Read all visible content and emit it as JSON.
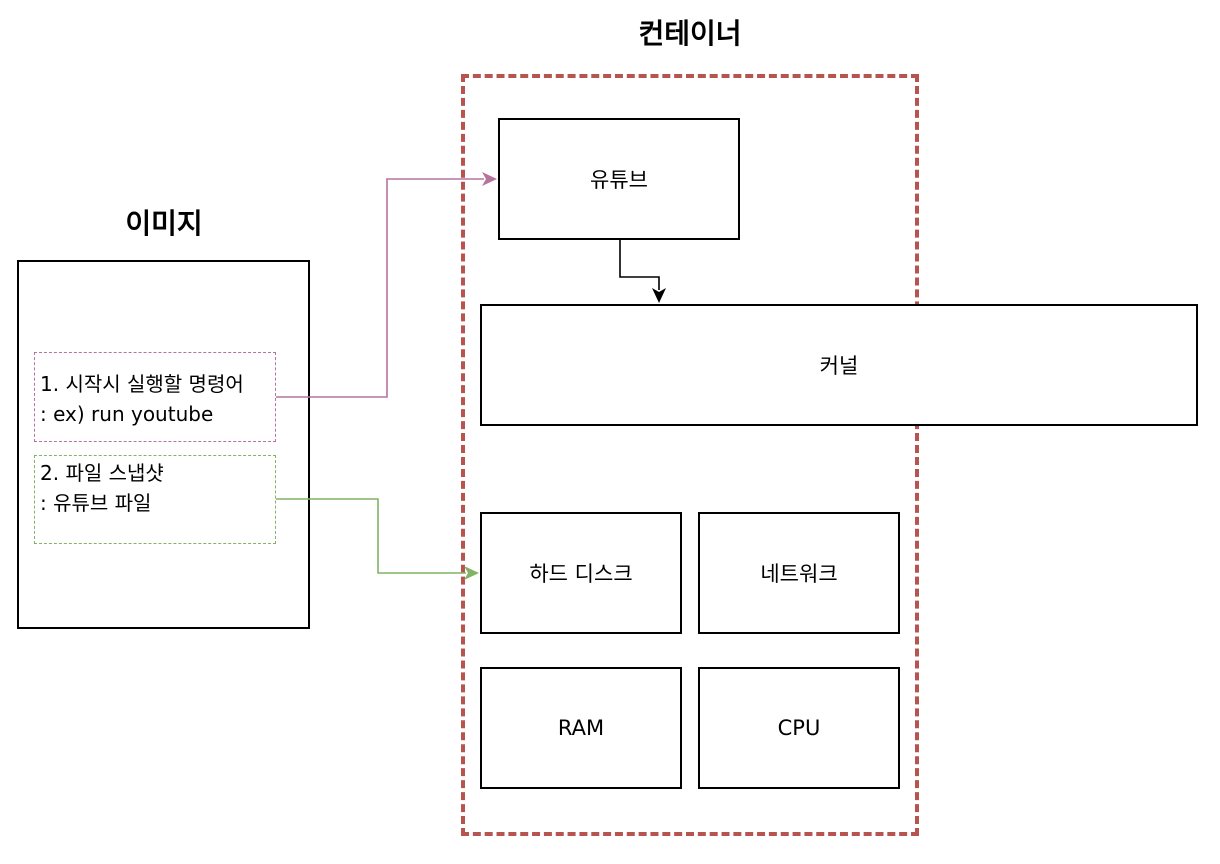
{
  "container": {
    "title": "컨테이너",
    "border_color": "#b85450"
  },
  "image": {
    "title": "이미지",
    "notes": [
      {
        "line1": "1. 시작시 실행할 명령어",
        "line2": " : ex) run youtube",
        "border_color": "#b5739d"
      },
      {
        "line1": "2. 파일 스냅샷",
        "line2": " : 유튜브 파일",
        "border_color": "#82b366"
      }
    ]
  },
  "boxes": {
    "youtube": "유튜브",
    "kernel": "커널",
    "hard_disk": "하드 디스크",
    "network": "네트워크",
    "ram": "RAM",
    "cpu": "CPU"
  },
  "connectors": {
    "command_to_youtube_color": "#b5739d",
    "snapshot_to_disk_color": "#82b366",
    "youtube_to_kernel_color": "#000000"
  }
}
